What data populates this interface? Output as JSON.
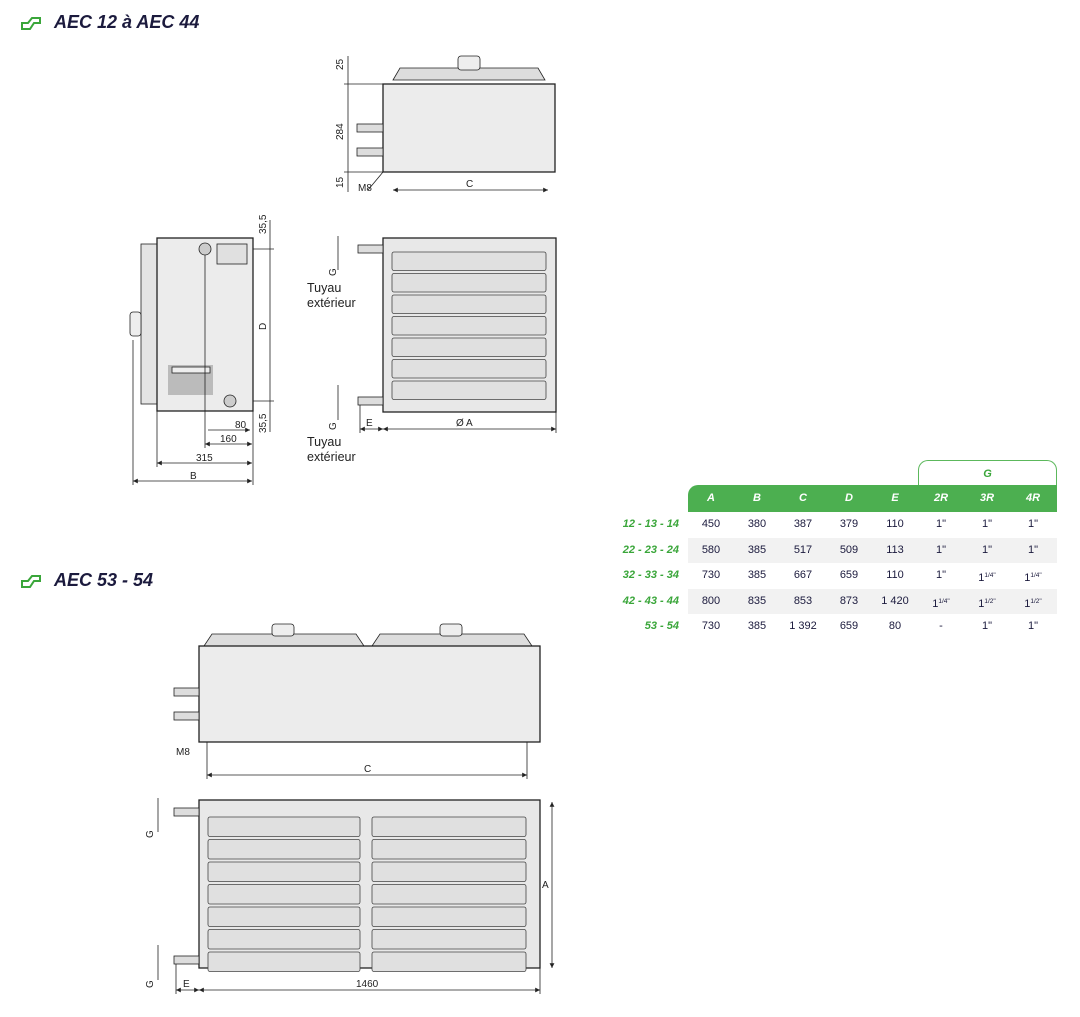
{
  "sections": [
    {
      "title": "AEC 12 à AEC 44"
    },
    {
      "title": "AEC 53 - 54"
    }
  ],
  "drawing1": {
    "front": {
      "dim_top": "25",
      "dim_height": "284",
      "dim_bottom": "15",
      "bolt": "M8",
      "dim_width": "C"
    },
    "side": {
      "dim_top": "35,5",
      "dim_height": "D",
      "dim_bottom": "35,5",
      "dim_80": "80",
      "dim_160": "160",
      "dim_315": "315",
      "dim_total": "B"
    },
    "coil": {
      "pipe_top_label": "G",
      "pipe_top_note_1": "Tuyau",
      "pipe_top_note_2": "extérieur",
      "pipe_bottom_label": "G",
      "pipe_bottom_note_1": "Tuyau",
      "pipe_bottom_note_2": "extérieur",
      "dim_e": "E",
      "dim_a": "Ø A"
    }
  },
  "drawing2": {
    "front": {
      "bolt": "M8",
      "dim_width": "C"
    },
    "coil": {
      "pipe_top_label": "G",
      "pipe_bottom_label": "G",
      "dim_e": "E",
      "dim_length": "1460",
      "dim_height": "A"
    }
  },
  "table": {
    "group_header": "G",
    "columns": [
      "A",
      "B",
      "C",
      "D",
      "E",
      "2R",
      "3R",
      "4R"
    ],
    "rows": [
      {
        "model": "12 - 13 - 14",
        "cells": [
          {
            "v": "450"
          },
          {
            "v": "380"
          },
          {
            "v": "387"
          },
          {
            "v": "379"
          },
          {
            "v": "110"
          },
          {
            "v": "1\""
          },
          {
            "v": "1\""
          },
          {
            "v": "1\""
          }
        ]
      },
      {
        "model": "22 - 23 - 24",
        "cells": [
          {
            "v": "580"
          },
          {
            "v": "385"
          },
          {
            "v": "517"
          },
          {
            "v": "509"
          },
          {
            "v": "113"
          },
          {
            "v": "1\""
          },
          {
            "v": "1\""
          },
          {
            "v": "1\""
          }
        ]
      },
      {
        "model": "32 - 33 - 34",
        "cells": [
          {
            "v": "730"
          },
          {
            "v": "385"
          },
          {
            "v": "667"
          },
          {
            "v": "659"
          },
          {
            "v": "110"
          },
          {
            "v": "1\""
          },
          {
            "v": "1",
            "sup": "1/4\""
          },
          {
            "v": "1",
            "sup": "1/4\""
          }
        ]
      },
      {
        "model": "42 - 43 - 44",
        "cells": [
          {
            "v": "800"
          },
          {
            "v": "835"
          },
          {
            "v": "853"
          },
          {
            "v": "873"
          },
          {
            "v": "1 420"
          },
          {
            "v": "1",
            "sup": "1/4\""
          },
          {
            "v": "1",
            "sup": "1/2\""
          },
          {
            "v": "1",
            "sup": "1/2\""
          }
        ]
      },
      {
        "model": "53 - 54",
        "cells": [
          {
            "v": "730"
          },
          {
            "v": "385"
          },
          {
            "v": "1 392"
          },
          {
            "v": "659"
          },
          {
            "v": "80"
          },
          {
            "v": "-"
          },
          {
            "v": "1\""
          },
          {
            "v": "1\""
          }
        ]
      }
    ]
  },
  "colors": {
    "accent_green": "#4caf50",
    "title_navy": "#1b1a3d",
    "row_shade": "#f2f2f2"
  }
}
